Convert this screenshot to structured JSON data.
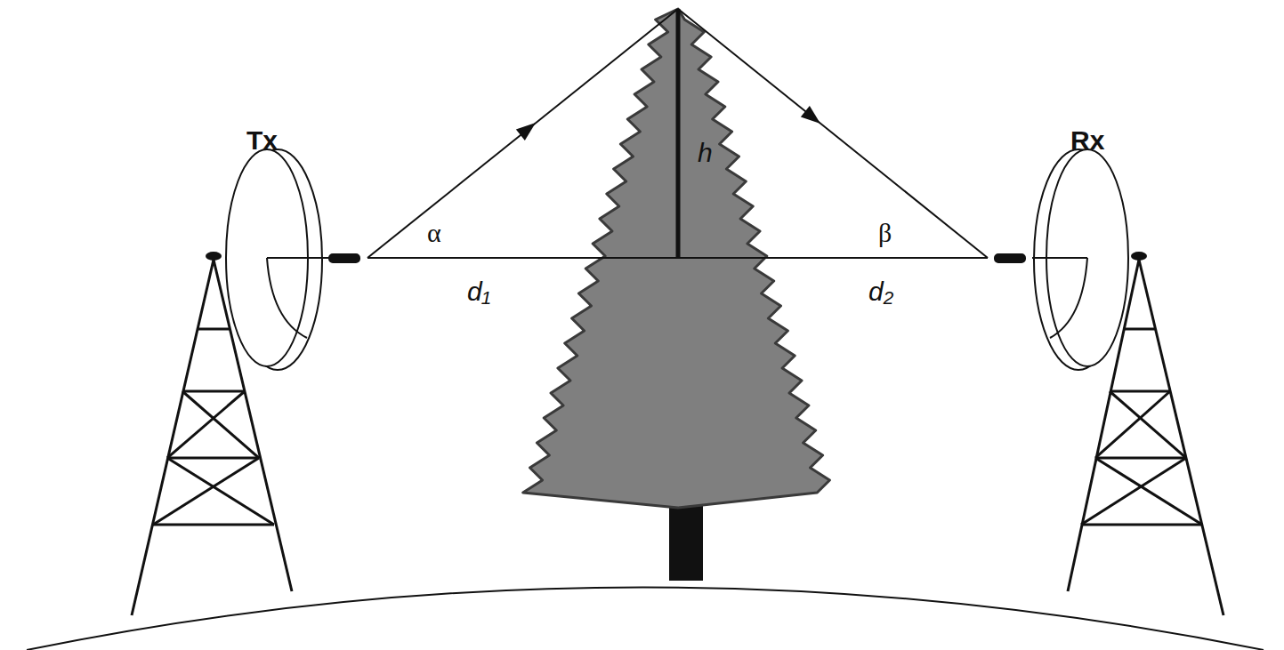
{
  "diagram": {
    "labels": [
      "Tx",
      "Rx",
      "α",
      "β",
      "h",
      "d₁",
      "d₂"
    ]
  }
}
